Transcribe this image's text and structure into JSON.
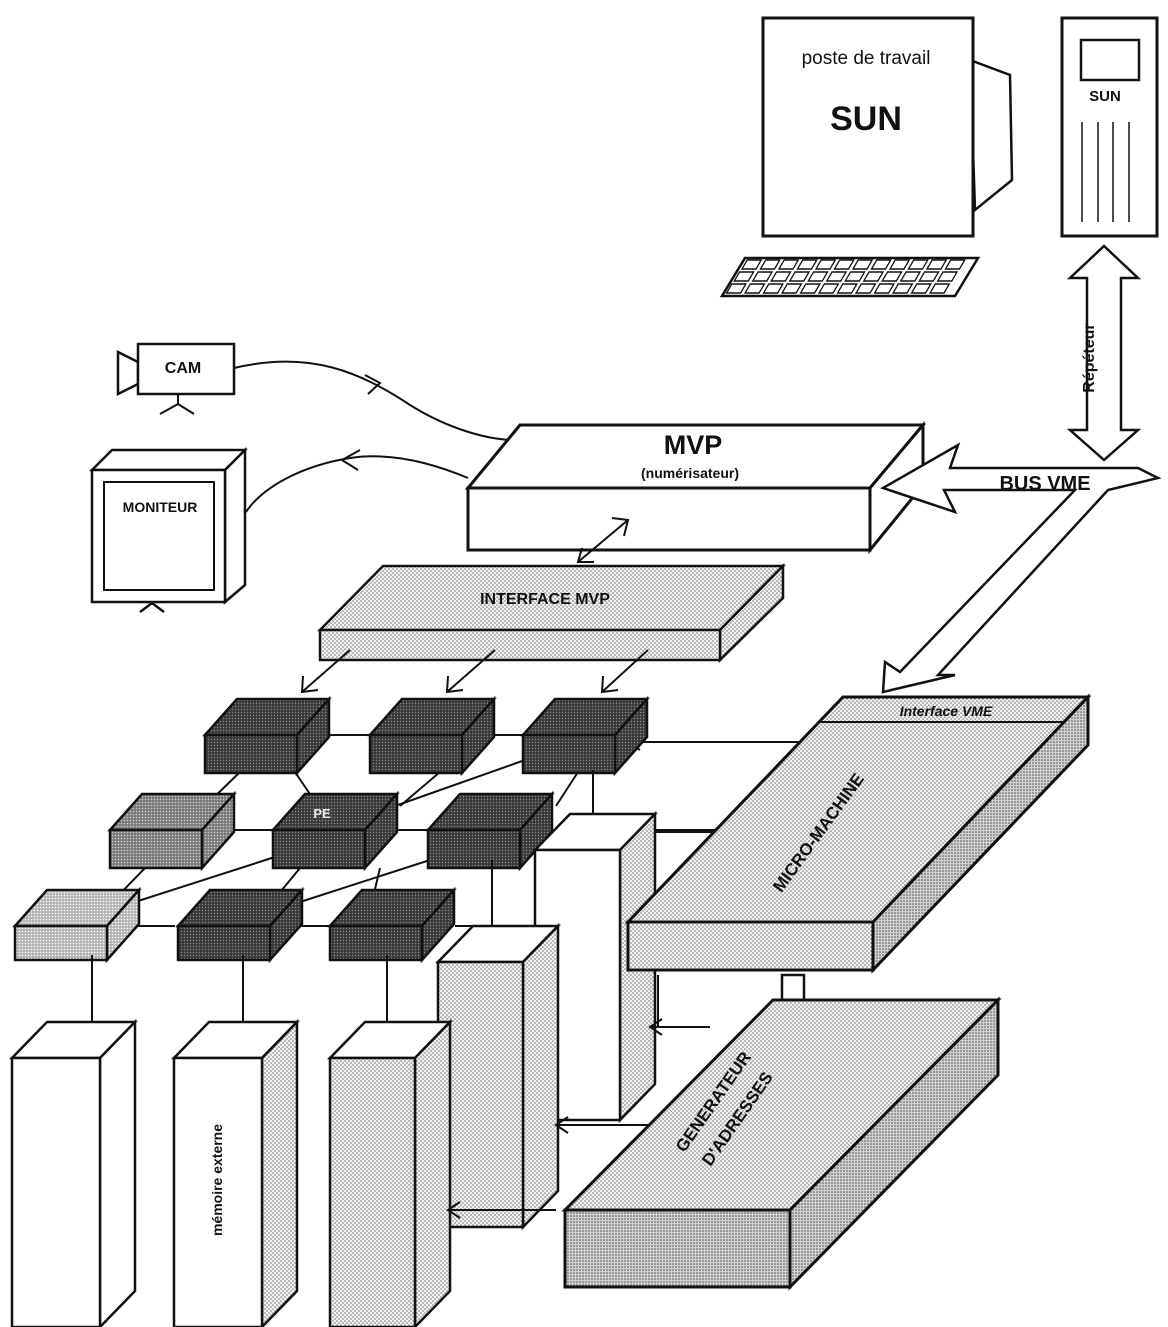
{
  "workstation": {
    "label": "poste de travail",
    "brand": "SUN"
  },
  "tower": {
    "brand": "SUN"
  },
  "repeater": {
    "label": "Répéteur"
  },
  "camera": {
    "label": "CAM"
  },
  "monitor": {
    "label": "MONITEUR"
  },
  "mvp": {
    "title": "MVP",
    "subtitle": "(numérisateur)"
  },
  "bus": {
    "label": "BUS VME"
  },
  "interface_mvp": {
    "label": "INTERFACE MVP"
  },
  "pe_grid": {
    "center_label": "PE"
  },
  "micro_machine": {
    "label": "MICRO-MACHINE",
    "interface_label": "Interface VME"
  },
  "address_generator": {
    "line1": "GENERATEUR",
    "line2": "D'ADRESSES"
  },
  "external_memory": {
    "label": "mémoire externe"
  },
  "colors": {
    "ink": "#111111",
    "paper": "#ffffff",
    "pe_dark": "#3a3a3a",
    "pe_mid": "#6e6e6e",
    "pe_light": "#a8a8a8",
    "stipple": "#d9d9d9"
  }
}
